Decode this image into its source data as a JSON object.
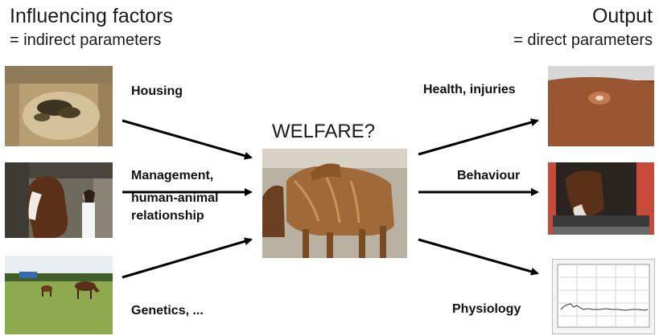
{
  "header": {
    "left_title": "Influencing factors",
    "left_subtitle": "= indirect parameters",
    "right_title": "Output",
    "right_subtitle": "= direct parameters"
  },
  "center": {
    "title": "WELFARE?"
  },
  "inputs": [
    {
      "label": "Housing"
    },
    {
      "label_lines": [
        "Management,",
        "human-animal",
        "relationship"
      ]
    },
    {
      "label": "Genetics, ..."
    }
  ],
  "outputs": [
    {
      "label": "Health, injuries"
    },
    {
      "label": "Behaviour"
    },
    {
      "label": "Physiology"
    }
  ],
  "colors": {
    "arrow": "#000000",
    "text": "#111111"
  }
}
